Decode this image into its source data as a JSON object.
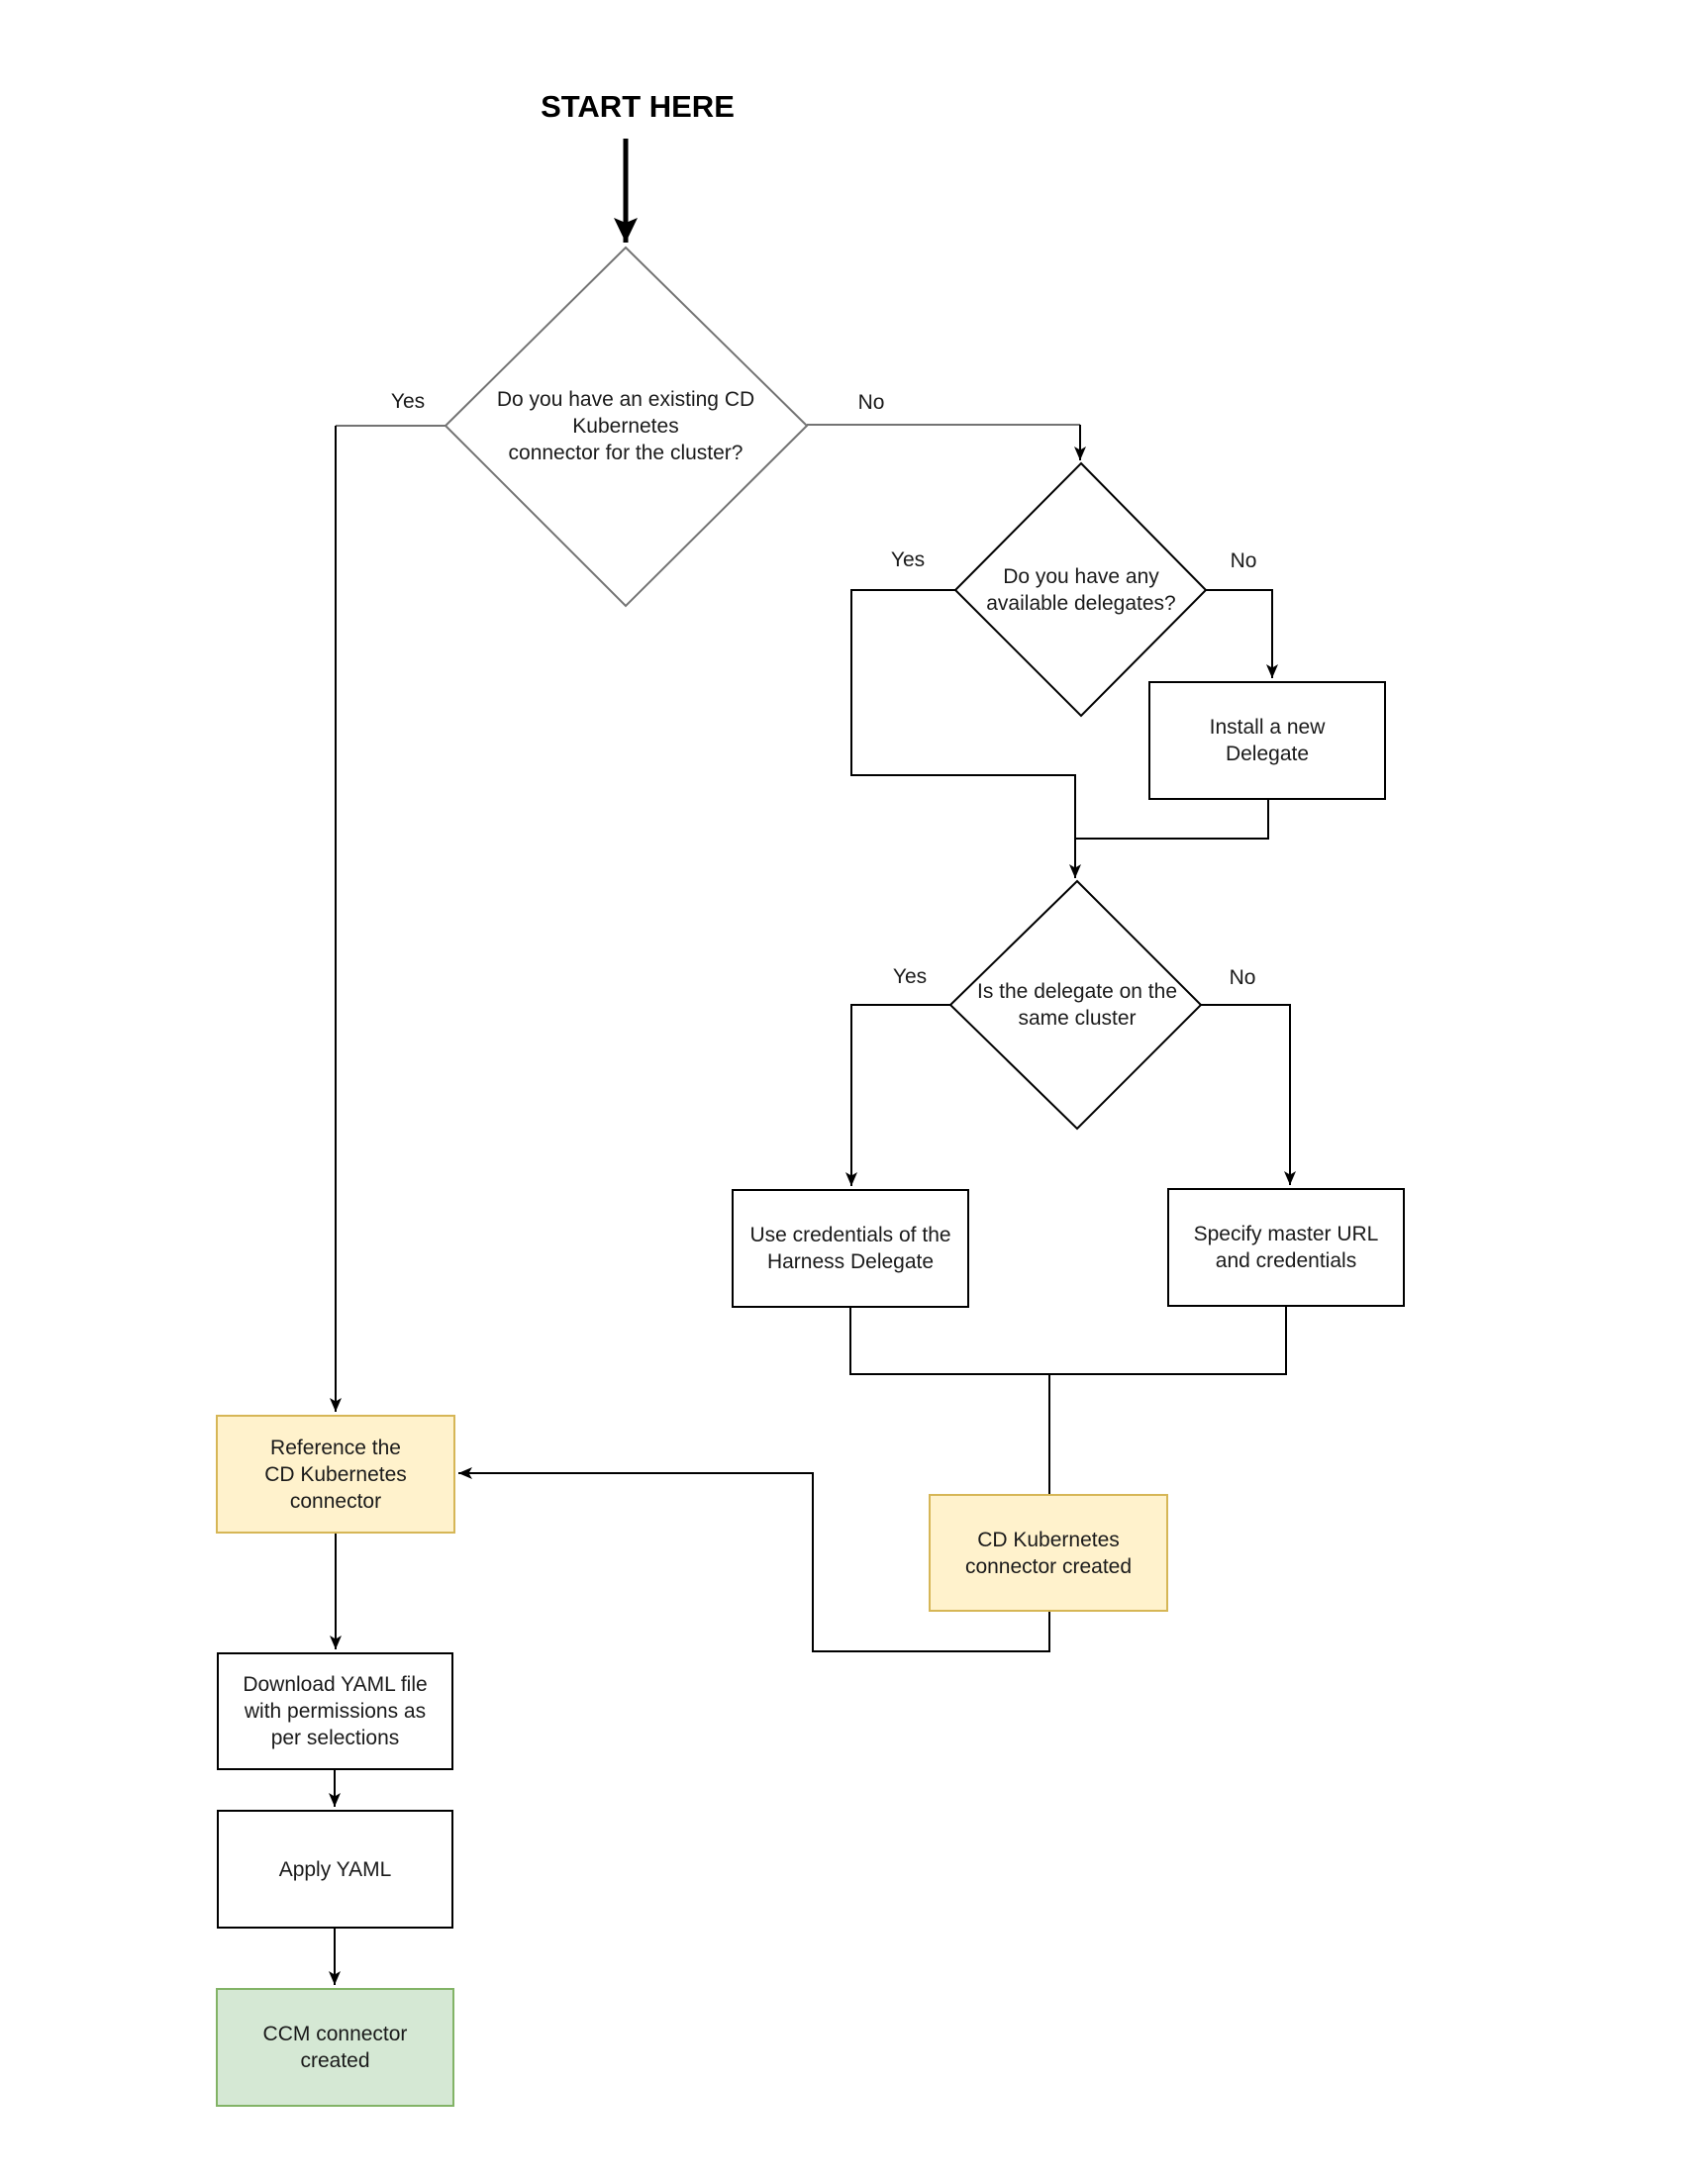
{
  "diagram": {
    "title": "START HERE",
    "nodes": {
      "decision_existing_connector": {
        "label": "Do you have an existing CD\nKubernetes\nconnector for the cluster?",
        "type": "decision"
      },
      "decision_available_delegates": {
        "label": "Do you have any\navailable delegates?",
        "type": "decision"
      },
      "decision_same_cluster": {
        "label": "Is the delegate on the\nsame cluster",
        "type": "decision"
      },
      "install_new_delegate": {
        "label": "Install a new\nDelegate",
        "type": "process"
      },
      "use_delegate_credentials": {
        "label": "Use credentials of the\nHarness Delegate",
        "type": "process"
      },
      "specify_master_url": {
        "label": "Specify master URL\nand credentials",
        "type": "process"
      },
      "cd_connector_created": {
        "label": "CD Kubernetes\nconnector created",
        "type": "highlight"
      },
      "reference_connector": {
        "label": "Reference the\nCD Kubernetes\nconnector",
        "type": "highlight"
      },
      "download_yaml": {
        "label": "Download YAML file\nwith permissions as\nper selections",
        "type": "process"
      },
      "apply_yaml": {
        "label": "Apply YAML",
        "type": "process"
      },
      "ccm_connector_created": {
        "label": "CCM connector\ncreated",
        "type": "success"
      }
    },
    "edge_labels": {
      "d1_yes": "Yes",
      "d1_no": "No",
      "d2_yes": "Yes",
      "d2_no": "No",
      "d3_yes": "Yes",
      "d3_no": "No"
    },
    "colors": {
      "background": "#FFFFFF",
      "process_fill": "#FFFFFF",
      "process_border": "#000000",
      "highlight_fill": "#FFF2CC",
      "highlight_border": "#D6B656",
      "success_fill": "#D5E8D4",
      "success_border": "#82B366",
      "line": "#000000",
      "decision1_stroke": "#737373",
      "text": "#1A1A1A"
    }
  }
}
